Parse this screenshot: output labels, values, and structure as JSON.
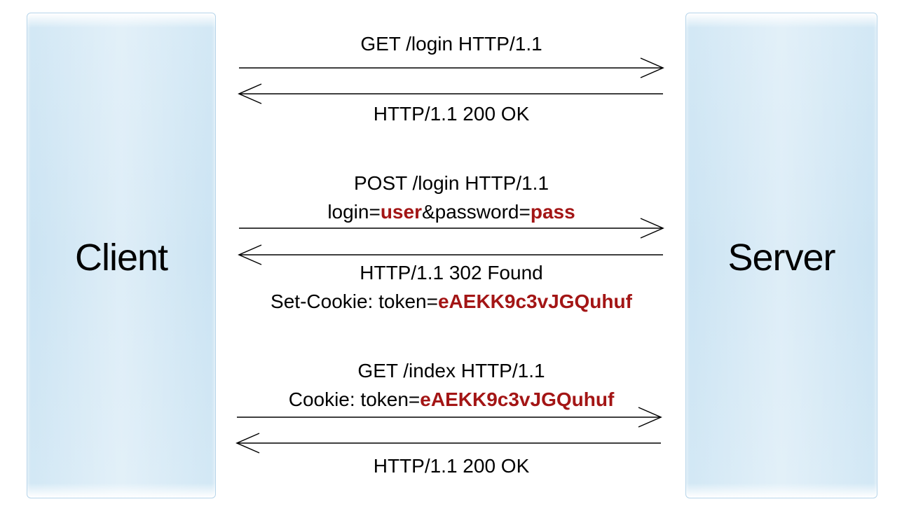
{
  "client": {
    "label": "Client"
  },
  "server": {
    "label": "Server"
  },
  "exchanges": [
    {
      "request": {
        "line": "GET /login HTTP/1.1"
      },
      "response": {
        "line": "HTTP/1.1 200 OK"
      }
    },
    {
      "request": {
        "line": "POST /login HTTP/1.1",
        "body_prefix": "login=",
        "user": "user",
        "body_mid": "&password=",
        "pass": "pass"
      },
      "response": {
        "line": "HTTP/1.1 302 Found",
        "cookie_prefix": "Set-Cookie: token=",
        "token": "eAEKK9c3vJGQuhuf"
      }
    },
    {
      "request": {
        "line": "GET /index HTTP/1.1",
        "cookie_prefix": "Cookie: token=",
        "token": "eAEKK9c3vJGQuhuf"
      },
      "response": {
        "line": "HTTP/1.1 200 OK"
      }
    }
  ],
  "colors": {
    "highlight": "#a31515",
    "box_fill": "#cce4f3",
    "box_border": "#b7d5ea"
  }
}
